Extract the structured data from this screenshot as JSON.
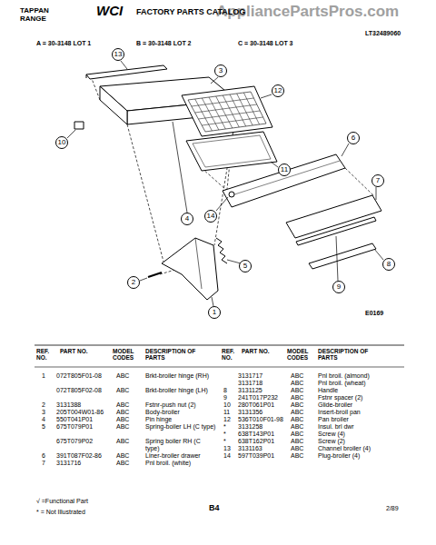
{
  "diagram": {
    "labels": [
      "AppliancePartsPros.com",
      "TAPPAN",
      "RANGE",
      "WCI",
      "FACTORY PARTS CATALOG",
      "LT32489060",
      "A = 30-3148 LOT 1",
      "B = 30-3148 LOT 2",
      "C = 30-3148 LOT 3",
      "13",
      "3",
      "12",
      "11",
      "6",
      "7",
      "10",
      "4",
      "14",
      "5",
      "2",
      "1",
      "8",
      "9",
      "E0169",
      "REF. NO.",
      "PART NO.",
      "MODEL CODES",
      "DESCRIPTION OF PARTS",
      "REF. NO.",
      "PART NO.",
      "MODEL CODES",
      "DESCRIPTION OF PARTS",
      "1",
      "072T805F01-08",
      "ABC",
      "Brkt-broiler hinge (RH)",
      "072T805F02-08",
      "ABC",
      "Brkt-broiler hinge (LH)",
      "2",
      "3131388",
      "ABC",
      "Fstnr-push nut (2)",
      "3",
      "205T004W01-86",
      "ABC",
      "Body-broiler",
      "4",
      "550T041P01",
      "ABC",
      "Pin hinge",
      "5",
      "675T079P01",
      "ABC",
      "Spring-boiler LH (C type)",
      "675T079P02",
      "ABC",
      "Spring boiler RH (C type)",
      "6",
      "391T087F02-86",
      "ABC",
      "Liner-broiler drawer",
      "7",
      "3131716",
      "ABC",
      "Pnl broil. (white)",
      "3131717",
      "ABC",
      "Pnl broil. (almond)",
      "3131718",
      "ABC",
      "Pnl broil. (wheat)",
      "8",
      "3131125",
      "ABC",
      "Handle",
      "9",
      "241T017P232",
      "ABC",
      "Fstnr spacer (2)",
      "10",
      "280T061P01",
      "ABC",
      "Glide-broiler",
      "11",
      "3131356",
      "ABC",
      "Insert-broil pan",
      "12",
      "536T010F01-98",
      "ABC",
      "Pan broiler",
      "*",
      "3131258",
      "ABC",
      "Insul. brl dwr",
      "*",
      "638T143P01",
      "ABC",
      "Screw (4)",
      "*",
      "638T162P01",
      "ABC",
      "Screw (2)",
      "13",
      "3131163",
      "ABC",
      "Channel broiler (4)",
      "14",
      "597T039P01",
      "ABC",
      "Plug-broiler (4)",
      "√ =Functional Part",
      "* = Not Illustrated",
      "B4",
      "2/89"
    ]
  }
}
